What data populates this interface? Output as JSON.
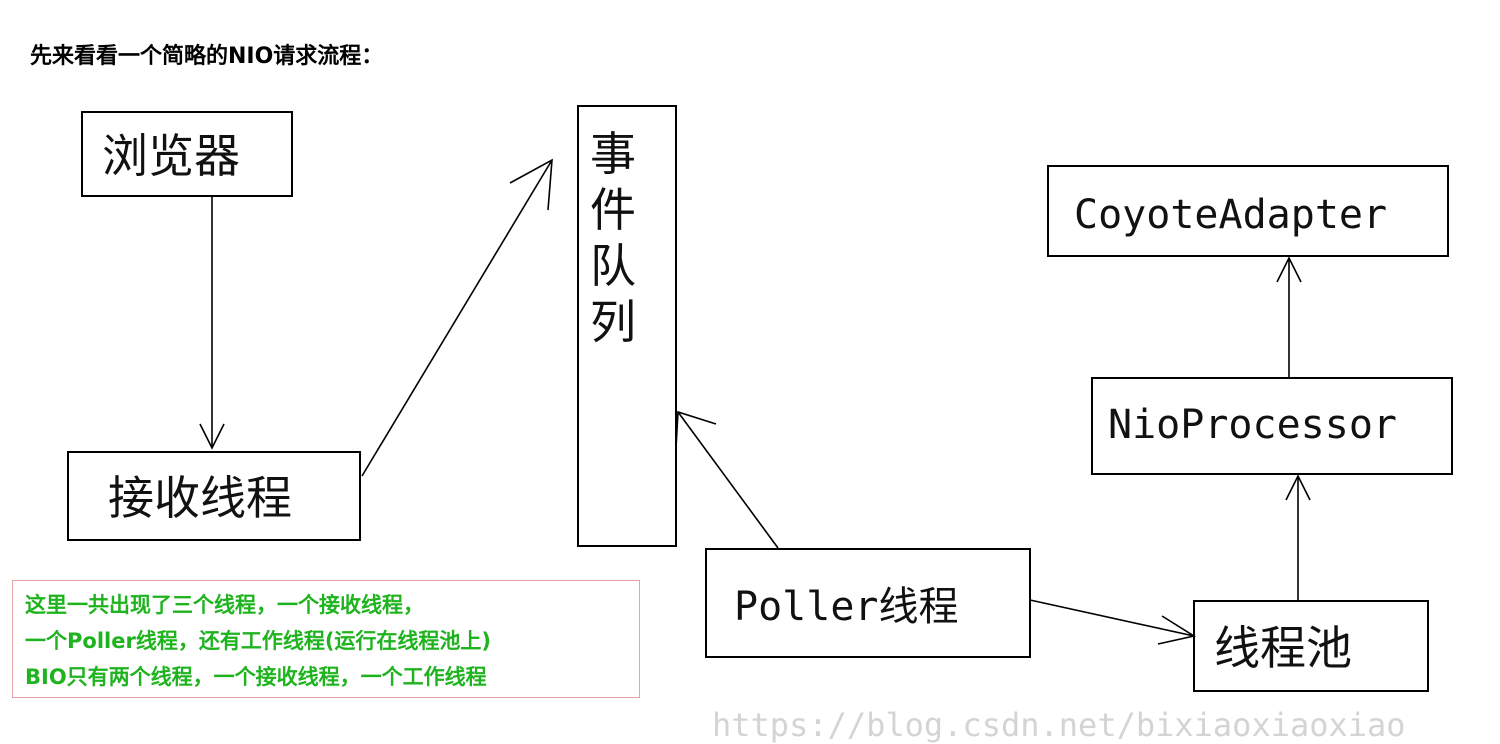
{
  "title": "先来看看一个简略的NIO请求流程：",
  "nodes": {
    "browser": "浏览器",
    "acceptor": "接收线程",
    "event_queue": [
      "事",
      "件",
      "队",
      "列"
    ],
    "poller": "Poller线程",
    "thread_pool": "线程池",
    "nio_processor": "NioProcessor",
    "coyote_adapter": "CoyoteAdapter"
  },
  "note": {
    "line1": "这里一共出现了三个线程，一个接收线程，",
    "line2": "一个Poller线程，还有工作线程(运行在线程池上)",
    "line3": "BIO只有两个线程，一个接收线程，一个工作线程"
  },
  "watermark": "https://blog.csdn.net/bixiaoxiaoxiao"
}
